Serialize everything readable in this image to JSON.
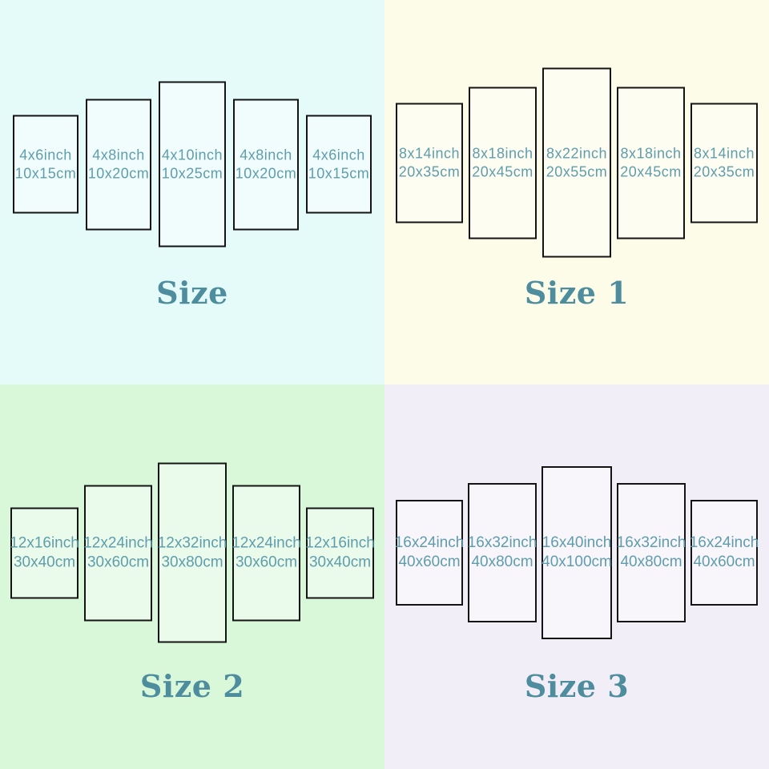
{
  "quadrants": [
    {
      "title": "Size",
      "background": "#e4fbfa",
      "panels": [
        {
          "line1": "4x6inch",
          "line2": "10x15cm"
        },
        {
          "line1": "4x8inch",
          "line2": "10x20cm"
        },
        {
          "line1": "4x10inch",
          "line2": "10x25cm"
        },
        {
          "line1": "4x8inch",
          "line2": "10x20cm"
        },
        {
          "line1": "4x6inch",
          "line2": "10x15cm"
        }
      ]
    },
    {
      "title": "Size 1",
      "background": "#fdfce8",
      "panels": [
        {
          "line1": "8x14inch",
          "line2": "20x35cm"
        },
        {
          "line1": "8x18inch",
          "line2": "20x45cm"
        },
        {
          "line1": "8x22inch",
          "line2": "20x55cm"
        },
        {
          "line1": "8x18inch",
          "line2": "20x45cm"
        },
        {
          "line1": "8x14inch",
          "line2": "20x35cm"
        }
      ]
    },
    {
      "title": "Size 2",
      "background": "#d9f8da",
      "panels": [
        {
          "line1": "12x16inch",
          "line2": "30x40cm"
        },
        {
          "line1": "12x24inch",
          "line2": "30x60cm"
        },
        {
          "line1": "12x32inch",
          "line2": "30x80cm"
        },
        {
          "line1": "12x24inch",
          "line2": "30x60cm"
        },
        {
          "line1": "12x16inch",
          "line2": "30x40cm"
        }
      ]
    },
    {
      "title": "Size 3",
      "background": "#f2eef8",
      "panels": [
        {
          "line1": "16x24inch",
          "line2": "40x60cm"
        },
        {
          "line1": "16x32inch",
          "line2": "40x80cm"
        },
        {
          "line1": "16x40inch",
          "line2": "40x100cm"
        },
        {
          "line1": "16x32inch",
          "line2": "40x80cm"
        },
        {
          "line1": "16x24inch",
          "line2": "40x60cm"
        }
      ]
    }
  ],
  "colors": {
    "label_text": "#5f9dad",
    "title_text": "#4e8d9e",
    "panel_border": "#141414"
  }
}
